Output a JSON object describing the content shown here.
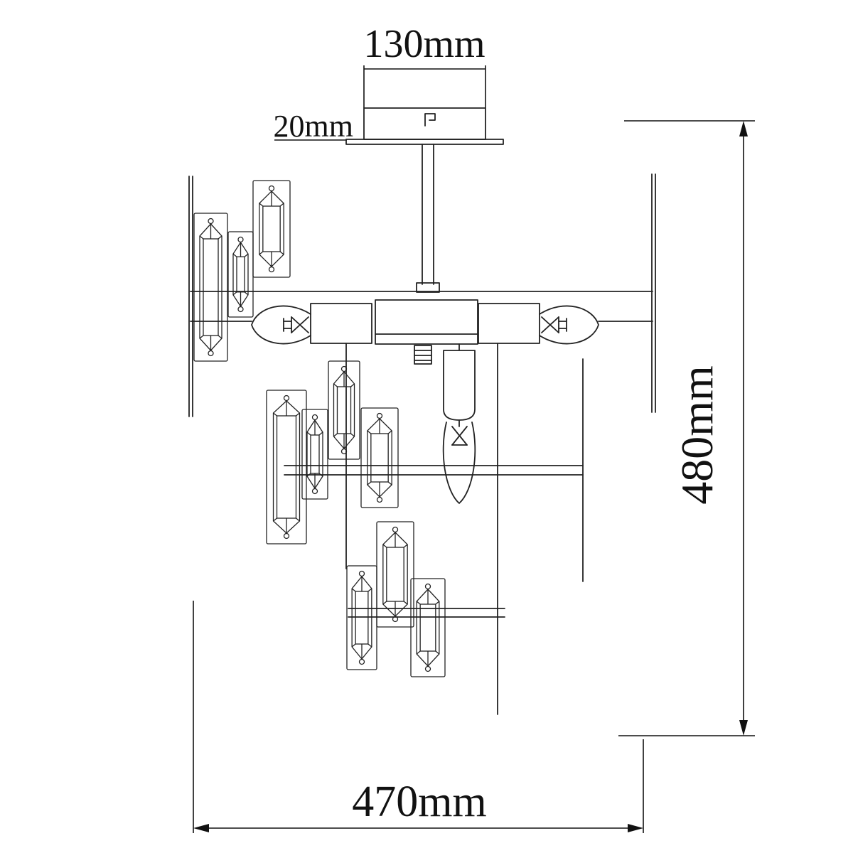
{
  "drawing": {
    "type": "technical-dimension-diagram",
    "subject": "crystal chandelier ceiling light fixture - front elevation",
    "dimensions": {
      "canopy_width": "130mm",
      "canopy_height": "20mm",
      "overall_height": "480mm",
      "overall_width": "470mm"
    },
    "colors": {
      "line": "#222222",
      "dimension": "#111111",
      "background": "#ffffff"
    }
  }
}
